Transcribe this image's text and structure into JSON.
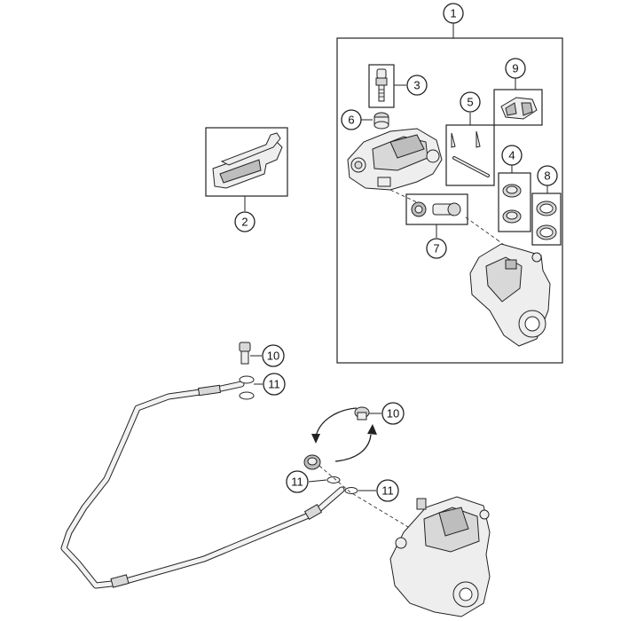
{
  "callouts": [
    {
      "id": "callout-1",
      "label": "1"
    },
    {
      "id": "callout-2",
      "label": "2"
    },
    {
      "id": "callout-3",
      "label": "3"
    },
    {
      "id": "callout-4",
      "label": "4"
    },
    {
      "id": "callout-5",
      "label": "5"
    },
    {
      "id": "callout-6",
      "label": "6"
    },
    {
      "id": "callout-7",
      "label": "7"
    },
    {
      "id": "callout-8",
      "label": "8"
    },
    {
      "id": "callout-9",
      "label": "9"
    },
    {
      "id": "callout-10a",
      "label": "10"
    },
    {
      "id": "callout-10b",
      "label": "10"
    },
    {
      "id": "callout-11a",
      "label": "11"
    },
    {
      "id": "callout-11b",
      "label": "11"
    },
    {
      "id": "callout-11c",
      "label": "11"
    }
  ]
}
